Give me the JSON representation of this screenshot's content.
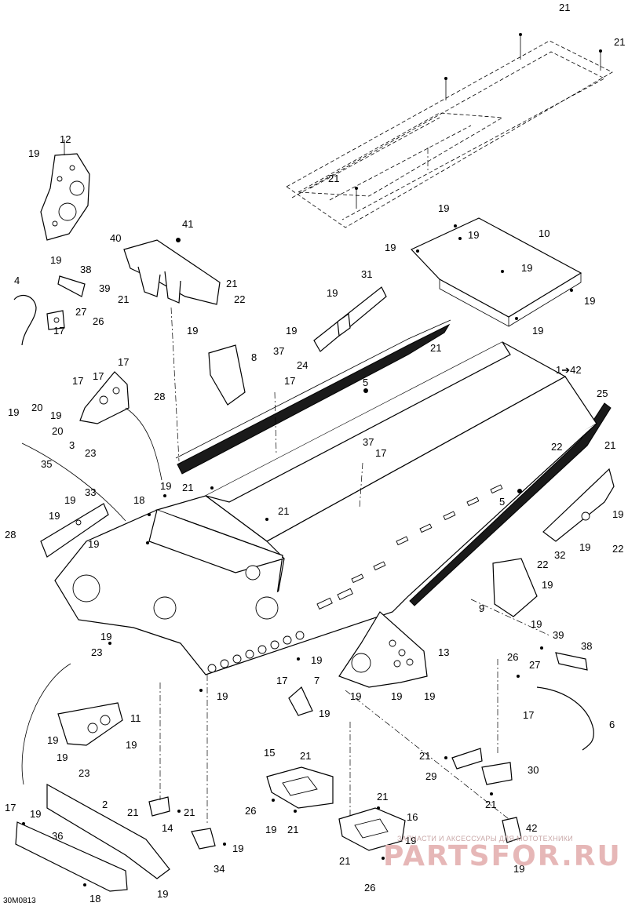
{
  "reference_code": "30M0813",
  "watermark": {
    "tagline": "ЗАПЧАСТИ И АКСЕССУАРЫ ДЛЯ МОТОТЕХНИКИ",
    "logo": "PARTSFOR.RU"
  },
  "arrow_note": "1➔42",
  "callouts": {
    "c21a": "21",
    "c21b": "21",
    "c21c": "21",
    "c21d": "21",
    "c21e": "21",
    "c21f": "21",
    "c21g": "21",
    "c21h": "21",
    "c21i": "21",
    "c21j": "21",
    "c21k": "21",
    "c21l": "21",
    "c21m": "21",
    "c21n": "21",
    "c21o": "21",
    "c12": "12",
    "c19a": "19",
    "c19b": "19",
    "c19c": "19",
    "c19d": "19",
    "c19e": "19",
    "c19f": "19",
    "c19g": "19",
    "c19h": "19",
    "c19i": "19",
    "c19j": "19",
    "c19k": "19",
    "c19l": "19",
    "c19m": "19",
    "c19n": "19",
    "c19o": "19",
    "c19p": "19",
    "c19q": "19",
    "c19r": "19",
    "c19s": "19",
    "c19t": "19",
    "c19u": "19",
    "c19v": "19",
    "c19w": "19",
    "c19x": "19",
    "c19y": "19",
    "c19z": "19",
    "c19aa": "19",
    "c19ab": "19",
    "c19ac": "19",
    "c19ad": "19",
    "c19ae": "19",
    "c19af": "19",
    "c19ag": "19",
    "c19ah": "19",
    "c10": "10",
    "c41": "41",
    "c40": "40",
    "c4": "4",
    "c38a": "38",
    "c39a": "39",
    "c27a": "27",
    "c26a": "26",
    "c17a": "17",
    "c22a": "22",
    "c31": "31",
    "c8": "8",
    "c37a": "37",
    "c17b": "17",
    "c24": "24",
    "c5a": "5",
    "c17c": "17",
    "c17d": "17",
    "c17e": "17",
    "c28a": "28",
    "c20a": "20",
    "c20b": "20",
    "c3": "3",
    "c23a": "23",
    "c35": "35",
    "c25": "25",
    "c37b": "37",
    "c17f": "17",
    "c22b": "22",
    "c5b": "5",
    "c33": "33",
    "c18a": "18",
    "c28b": "28",
    "c32": "32",
    "c22c": "22",
    "c22d": "22",
    "c9": "9",
    "c23b": "23",
    "c13": "13",
    "c39b": "39",
    "c38b": "38",
    "c26b": "26",
    "c27b": "27",
    "c17g": "17",
    "c7": "7",
    "c17h": "17",
    "c6": "6",
    "c11": "11",
    "c23c": "23",
    "c30": "30",
    "c29": "29",
    "c15": "15",
    "c2": "2",
    "c16": "16",
    "c14": "14",
    "c26c": "26",
    "c42": "42",
    "c17i": "17",
    "c36": "36",
    "c34": "34",
    "c18b": "18",
    "c26d": "26"
  }
}
